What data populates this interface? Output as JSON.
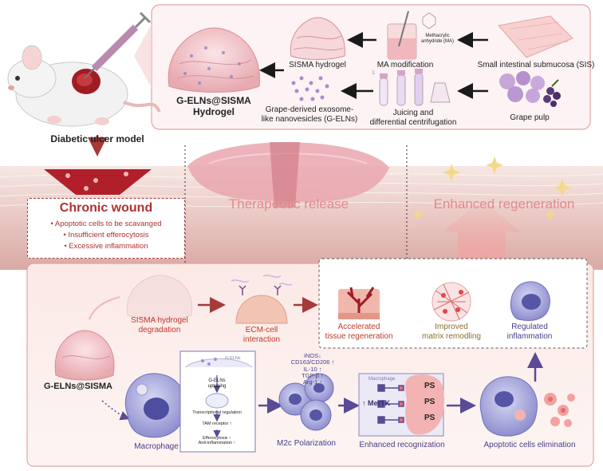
{
  "top": {
    "model_label": "Diabetic ulcer model",
    "sis": "Small intestinal submucosa (SIS)",
    "ma_modification": "MA modification",
    "ma_chemical_line1": "Methacrylic",
    "ma_chemical_line2": "anhydride (MA)",
    "sisma_hydrogel": "SISMA hydrogel",
    "product_line1": "G-ELNs@SISMA",
    "product_line2": "Hydrogel",
    "grape_pulp": "Grape pulp",
    "juicing_line1": "Juicing and",
    "juicing_line2": "differential centrifugation",
    "elns_line1": "Grape-derived exosome-",
    "elns_line2": "like nanovesicles (G-ELNs)",
    "tube_index": "1"
  },
  "wound": {
    "title": "Chronic wound",
    "items": [
      "Apoptotic cells to be scavanged",
      "Insufficient efferocytosis",
      "Excessive inflammation"
    ],
    "therapeutic": "Therapeutic release",
    "regeneration": "Enhanced regeneration"
  },
  "mechanism": {
    "degradation_line1": "SISMA hydrogel",
    "degradation_line2": "degradation",
    "ecm_line1": "ECM-cell",
    "ecm_line2": "interaction",
    "outcome1_line1": "Accelerated",
    "outcome1_line2": "tissue regeneration",
    "outcome2_line1": "Improved",
    "outcome2_line2": "matrix remodling",
    "outcome3_line1": "Regulated",
    "outcome3_line2": "inflammation",
    "gel_label": "G-ELNs@SISMA",
    "macrophage": "Macrophage",
    "inset_elns": "G-ELNs",
    "inset_uptaking_line1": "G-ELNs",
    "inset_uptaking_line2": "uptaking",
    "inset_transcription": "Transcriptional regulation",
    "inset_tam": "TAM receptor ↑",
    "inset_eff_line1": "Efferocytosis ↑",
    "inset_eff_line2": "Anti-inflammation ↑",
    "markers": [
      "iNOS↓",
      "CD163/CD206 ↑",
      "IL-10 ↑",
      "TGF-β ↑",
      "Arg-1 ↑"
    ],
    "m2c": "M2c Polarization",
    "merge_label": "Macrophage",
    "mertk": "↑ MerTK",
    "ps": [
      "PS",
      "PS",
      "PS"
    ],
    "recognization": "Enhanced recognization",
    "elimination": "Apoptotic cells elimination"
  },
  "colors": {
    "accent_red": "#c0392b",
    "panel_border": "#e2a4a4",
    "arrow_dark": "#1a1a1a",
    "arrow_purple": "#5b4a96"
  }
}
